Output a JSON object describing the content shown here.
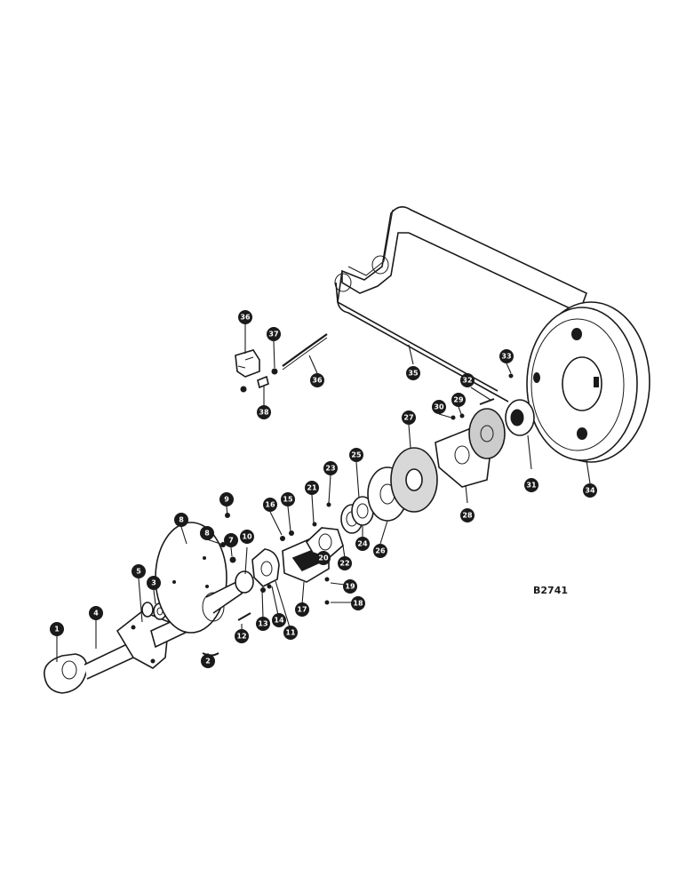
{
  "diagram": {
    "reference_code": "B2741",
    "callouts": [
      {
        "label": "1"
      },
      {
        "label": "2"
      },
      {
        "label": "3"
      },
      {
        "label": "4"
      },
      {
        "label": "5"
      },
      {
        "label": "8"
      },
      {
        "label": "8"
      },
      {
        "label": "9"
      },
      {
        "label": "7"
      },
      {
        "label": "10"
      },
      {
        "label": "12"
      },
      {
        "label": "13"
      },
      {
        "label": "14"
      },
      {
        "label": "11"
      },
      {
        "label": "16"
      },
      {
        "label": "15"
      },
      {
        "label": "17"
      },
      {
        "label": "21"
      },
      {
        "label": "23"
      },
      {
        "label": "20"
      },
      {
        "label": "22"
      },
      {
        "label": "19"
      },
      {
        "label": "18"
      },
      {
        "label": "25"
      },
      {
        "label": "24"
      },
      {
        "label": "26"
      },
      {
        "label": "27"
      },
      {
        "label": "28"
      },
      {
        "label": "30"
      },
      {
        "label": "29"
      },
      {
        "label": "32"
      },
      {
        "label": "33"
      },
      {
        "label": "31"
      },
      {
        "label": "34"
      },
      {
        "label": "35"
      },
      {
        "label": "36"
      },
      {
        "label": "37"
      },
      {
        "label": "36"
      },
      {
        "label": "38"
      }
    ]
  }
}
